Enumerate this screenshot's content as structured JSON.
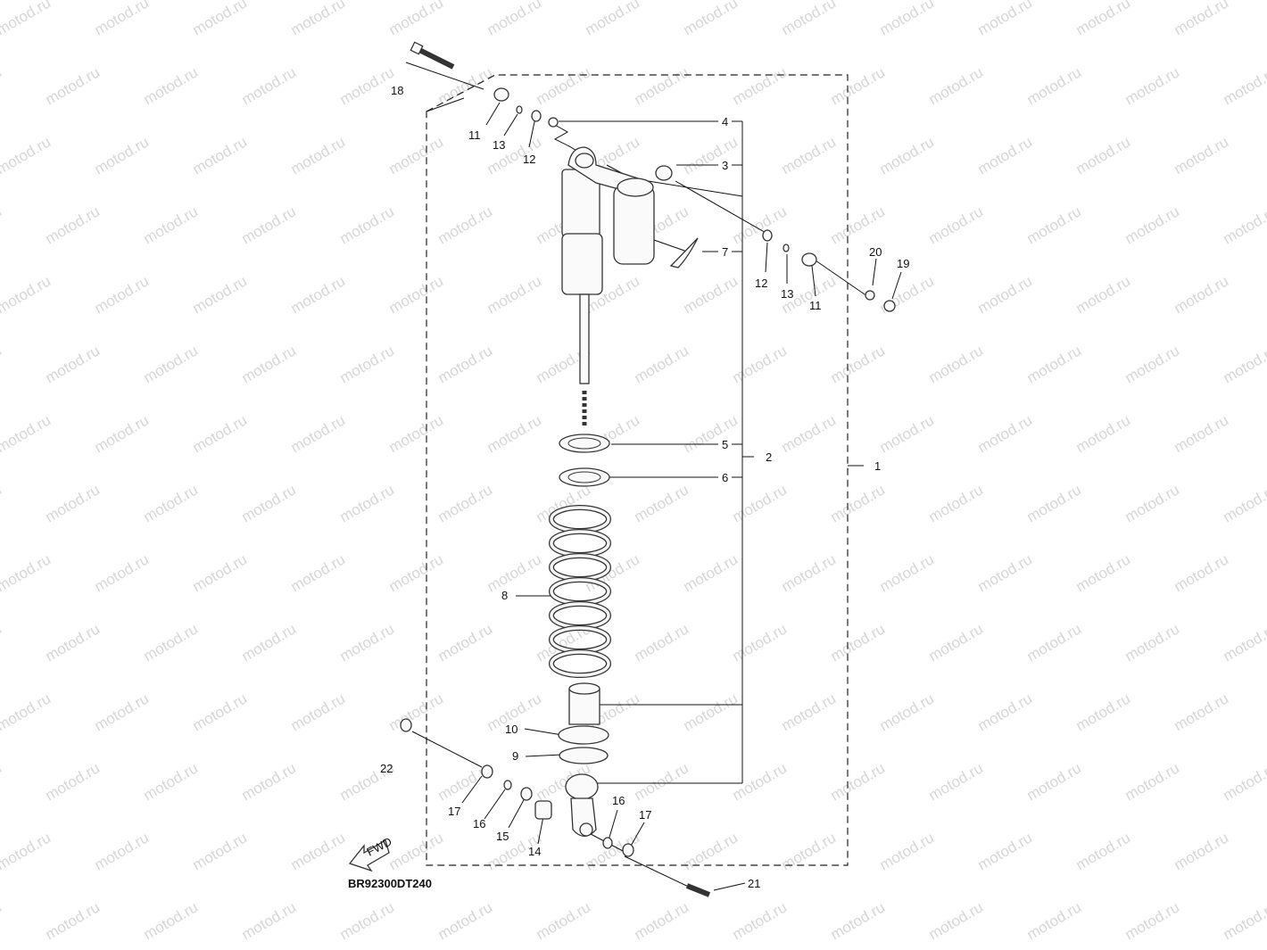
{
  "watermark": "motod.ru",
  "diagram_code": "BR92300DT240",
  "front_arrow_label": "FWD",
  "callouts": {
    "c1": "1",
    "c2": "2",
    "c3": "3",
    "c4": "4",
    "c5": "5",
    "c6": "6",
    "c7": "7",
    "c8": "8",
    "c9": "9",
    "c10": "10",
    "c11a": "11",
    "c11b": "11",
    "c12a": "12",
    "c12b": "12",
    "c13a": "13",
    "c13b": "13",
    "c14": "14",
    "c15": "15",
    "c16a": "16",
    "c16b": "16",
    "c17a": "17",
    "c17b": "17",
    "c18": "18",
    "c19": "19",
    "c20": "20",
    "c21": "21",
    "c22": "22"
  }
}
